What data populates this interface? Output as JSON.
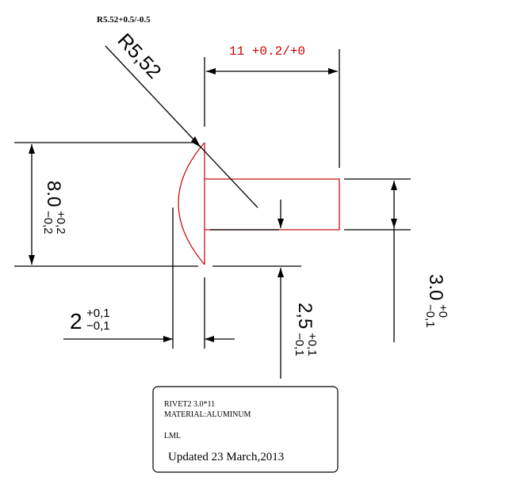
{
  "radius_note": "R5.52+0.5/-0.5",
  "radius_label": "R5,52",
  "length_tol": "11 +0.2/+0",
  "head_height": {
    "main": "8.0",
    "upper": "+0,2",
    "lower": "−0,2"
  },
  "head_thickness": {
    "main": "2",
    "upper": "+0,1",
    "lower": "−0,1"
  },
  "shank_diameter": {
    "main": "3.0",
    "upper": "+0",
    "lower": "−0,1"
  },
  "shank_offset": {
    "main": "2,5",
    "upper": "+0,1",
    "lower": "−0,1"
  },
  "title_block": {
    "line1": "RIVET2  3.0*11",
    "line2": "MATERIAL:ALUMINUM",
    "line3": "LML",
    "updated": "Updated 23 March,2013"
  },
  "colors": {
    "part_outline": "#c81414",
    "length_text": "#cc0000",
    "dimension": "#000000"
  }
}
